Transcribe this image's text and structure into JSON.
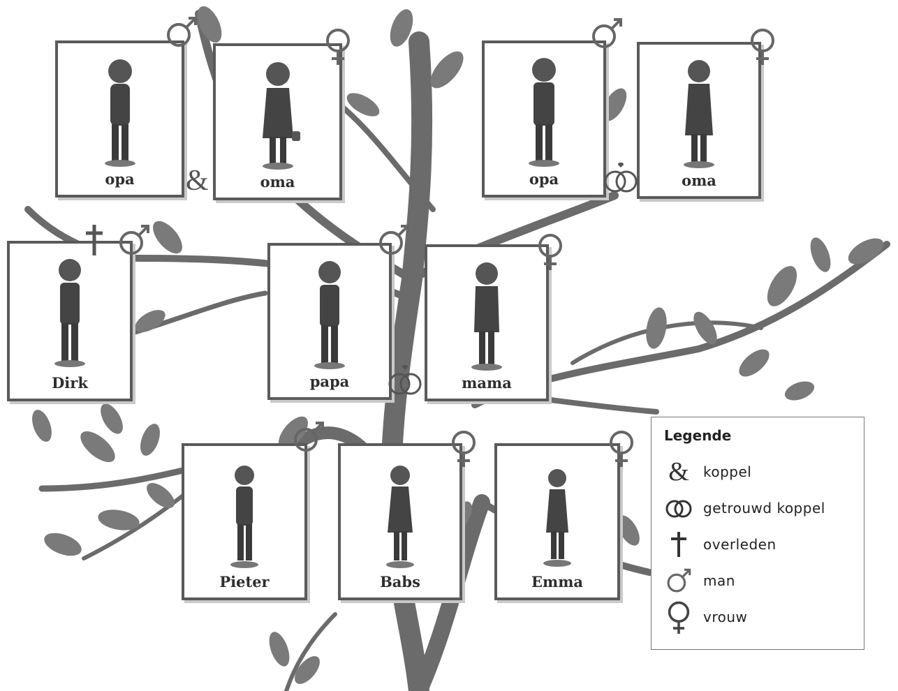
{
  "people": [
    {
      "key": "opa-left",
      "name": "opa",
      "gender": "man"
    },
    {
      "key": "oma-left",
      "name": "oma",
      "gender": "vrouw"
    },
    {
      "key": "opa-right",
      "name": "opa",
      "gender": "man"
    },
    {
      "key": "oma-right",
      "name": "oma",
      "gender": "vrouw"
    },
    {
      "key": "dirk",
      "name": "Dirk",
      "gender": "man",
      "deceased": true
    },
    {
      "key": "papa",
      "name": "papa",
      "gender": "man"
    },
    {
      "key": "mama",
      "name": "mama",
      "gender": "vrouw"
    },
    {
      "key": "pieter",
      "name": "Pieter",
      "gender": "man"
    },
    {
      "key": "babs",
      "name": "Babs",
      "gender": "vrouw"
    },
    {
      "key": "emma",
      "name": "Emma",
      "gender": "vrouw"
    }
  ],
  "links": {
    "left_grandparents": {
      "symbol": "&",
      "meaning": "koppel"
    },
    "right_grandparents": {
      "symbol": "rings",
      "meaning": "getrouwd koppel"
    },
    "parents": {
      "symbol": "rings",
      "meaning": "getrouwd koppel"
    }
  },
  "legend": {
    "title": "Legende",
    "items": [
      {
        "icon": "ampersand-icon",
        "label": "koppel"
      },
      {
        "icon": "rings-icon",
        "label": "getrouwd koppel"
      },
      {
        "icon": "cross-icon",
        "label": "overleden"
      },
      {
        "icon": "male-symbol-icon",
        "label": "man"
      },
      {
        "icon": "female-symbol-icon",
        "label": "vrouw"
      }
    ]
  },
  "colors": {
    "tree": "#6b6b6b",
    "leaf": "#7a7a7a",
    "card_border": "#5a5a5a",
    "text": "#2e2e2e"
  }
}
